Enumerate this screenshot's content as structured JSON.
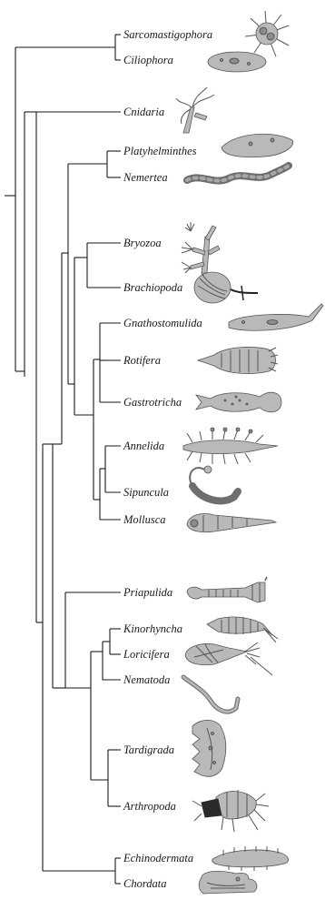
{
  "tree": {
    "taxa": [
      "Sarcomastigophora",
      "Ciliophora",
      "Cnidaria",
      "Platyhelminthes",
      "Nemertea",
      "Bryozoa",
      "Brachiopoda",
      "Gnathostomulida",
      "Rotifera",
      "Gastrotricha",
      "Annelida",
      "Sipuncula",
      "Mollusca",
      "Priapulida",
      "Kinorhyncha",
      "Loricifera",
      "Nematoda",
      "Tardigrada",
      "Arthropoda",
      "Echinodermata",
      "Chordata"
    ]
  }
}
